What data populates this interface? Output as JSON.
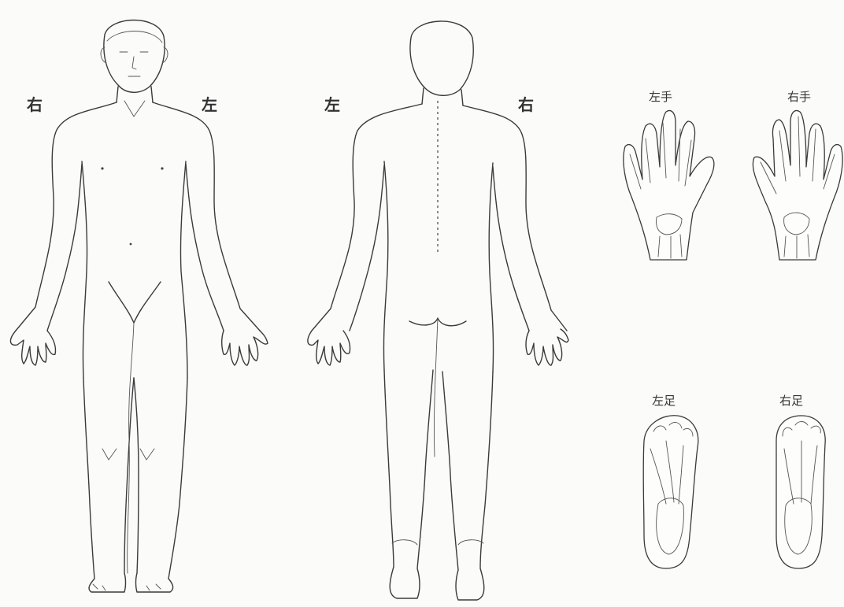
{
  "figure": {
    "front": {
      "label_right": "右",
      "label_left": "左"
    },
    "back": {
      "label_left": "左",
      "label_right": "右"
    },
    "hands": {
      "left_label": "左手",
      "right_label": "右手"
    },
    "feet": {
      "left_label": "左足",
      "right_label": "右足"
    }
  },
  "style": {
    "line_color": "#3a3a3a",
    "paper_color": "#fbfbfa"
  }
}
